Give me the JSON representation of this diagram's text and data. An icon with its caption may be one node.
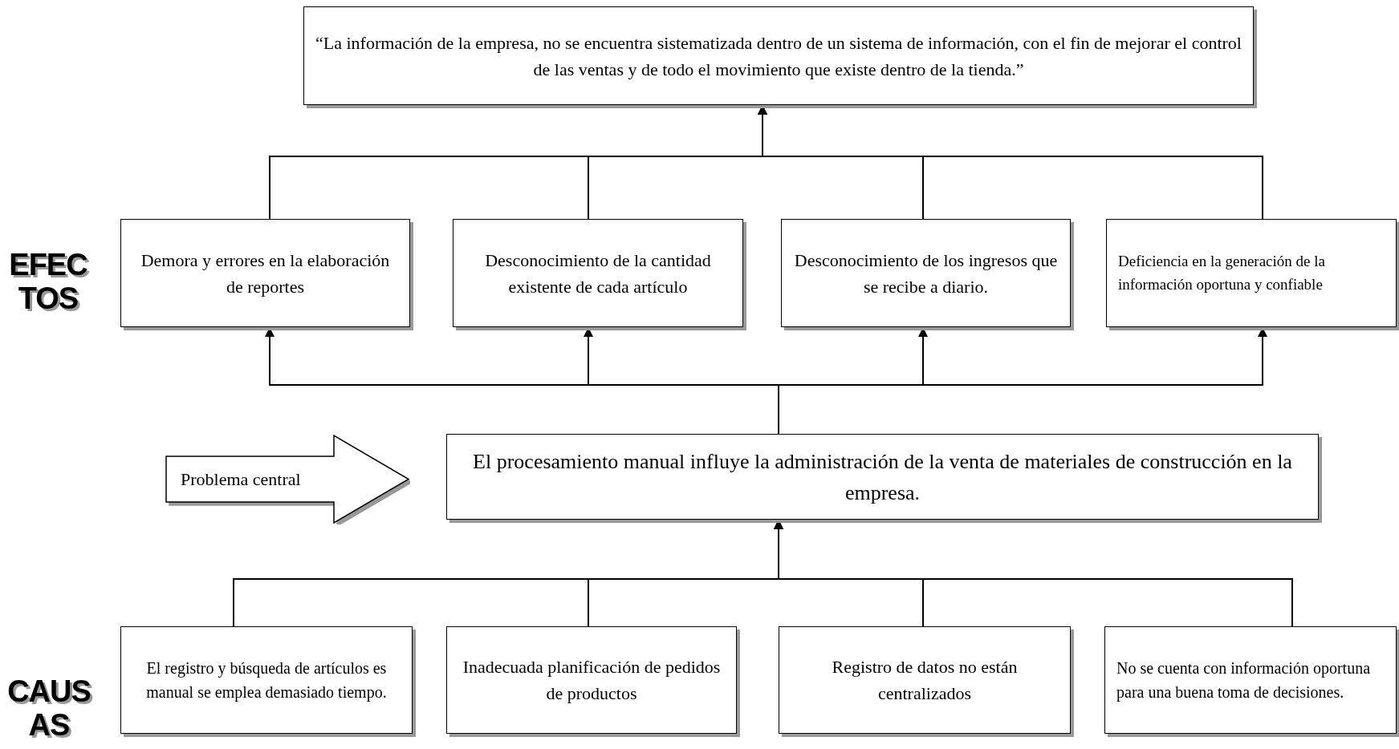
{
  "diagram": {
    "nodes": [
      {
        "text": [
          "“La información de la empresa, no se encuentra sistematizada dentro de un sistema de información, con el fin de mejorar el control de las ventas y de todo el movimiento que existe dentro de la tienda.”"
        ]
      },
      {
        "text": [
          "Demora y errores en la elaboración de reportes"
        ]
      },
      {
        "text": [
          "Desconocimiento de la cantidad existente de cada artículo"
        ]
      },
      {
        "text": [
          "Desconocimiento de los ingresos que se recibe a diario."
        ]
      },
      {
        "text": [
          "Deficiencia en la generación de la información oportuna y confiable"
        ]
      },
      {
        "text": [
          "El procesamiento manual influye la administración de la venta de materiales de construcción en la empresa."
        ]
      },
      {
        "text": [
          "Problema central"
        ]
      },
      {
        "text": [
          "El registro y búsqueda de artículos es manual se emplea demasiado tiempo."
        ]
      },
      {
        "text": [
          "Inadecuada planificación de pedidos de productos"
        ]
      },
      {
        "text": [
          "Registro de datos no están centralizados"
        ]
      },
      {
        "text": [
          "No se cuenta con información oportuna para una buena toma de decisiones."
        ]
      }
    ],
    "edges": [
      {
        "from": 1,
        "to": 0,
        "arrow": "to"
      },
      {
        "from": 2,
        "to": 0,
        "arrow": "to"
      },
      {
        "from": 3,
        "to": 0,
        "arrow": "to"
      },
      {
        "from": 4,
        "to": 0,
        "arrow": "to"
      },
      {
        "from": 5,
        "to": 1,
        "arrow": "to"
      },
      {
        "from": 5,
        "to": 2,
        "arrow": "to"
      },
      {
        "from": 5,
        "to": 3,
        "arrow": "to"
      },
      {
        "from": 5,
        "to": 4,
        "arrow": "to"
      },
      {
        "from": 7,
        "to": 5,
        "arrow": "to"
      },
      {
        "from": 8,
        "to": 5,
        "arrow": "to"
      },
      {
        "from": 9,
        "to": 5,
        "arrow": "to"
      },
      {
        "from": 10,
        "to": 5,
        "arrow": "to"
      }
    ],
    "labels": [
      "EFECTOS",
      "CAUSAS"
    ]
  }
}
